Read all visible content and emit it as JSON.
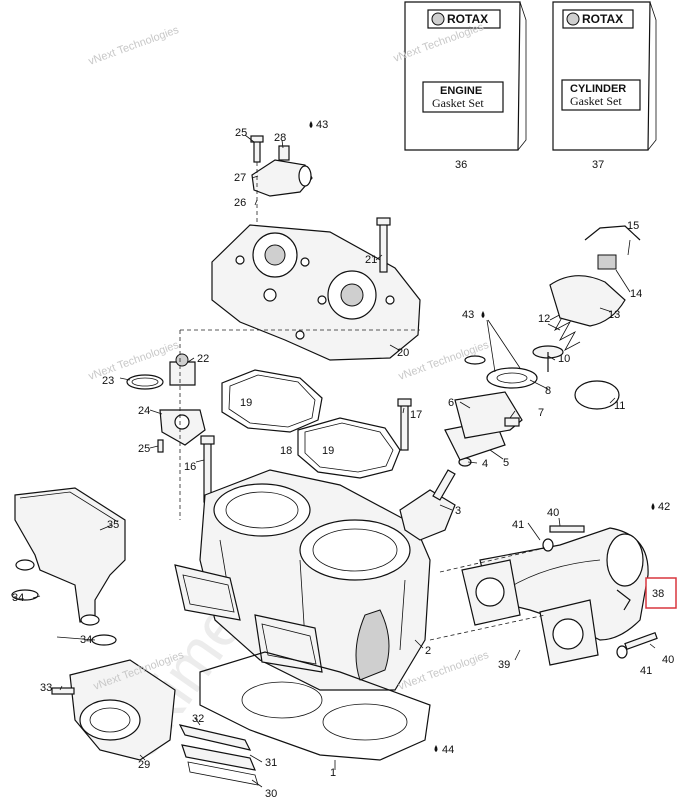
{
  "watermarks": {
    "vnext": "vNext Technologies",
    "site": "skimelife.ru"
  },
  "books": [
    {
      "brand": "ROTAX",
      "title": "ENGINE",
      "subtitle": "Gasket Set",
      "number": "36"
    },
    {
      "brand": "ROTAX",
      "title": "CYLINDER",
      "subtitle": "Gasket Set",
      "number": "37"
    }
  ],
  "callouts": [
    "1",
    "2",
    "3",
    "4",
    "5",
    "6",
    "7",
    "8",
    "10",
    "11",
    "12",
    "13",
    "14",
    "15",
    "16",
    "17",
    "18",
    "19",
    "19",
    "20",
    "21",
    "22",
    "23",
    "24",
    "25",
    "25",
    "26",
    "27",
    "28",
    "29",
    "30",
    "31",
    "32",
    "33",
    "34",
    "34",
    "35",
    "38",
    "39",
    "40",
    "40",
    "41",
    "41",
    "42",
    "43",
    "43",
    "44"
  ],
  "lubricant_marks": [
    "43",
    "42",
    "43",
    "44"
  ],
  "highlighted_part": "38",
  "colors": {
    "highlight_box": "#d9363e",
    "line": "#111111"
  }
}
